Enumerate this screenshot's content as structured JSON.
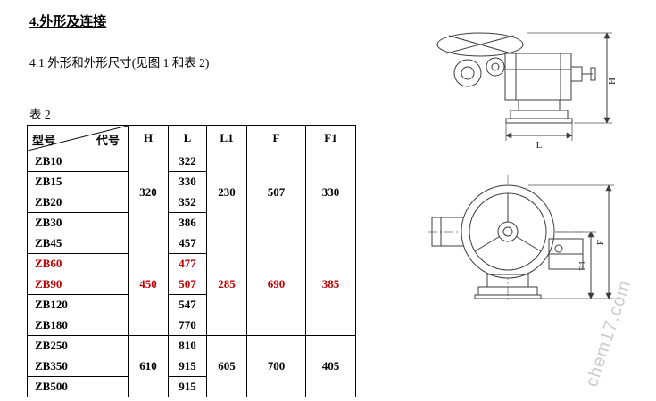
{
  "document": {
    "title": "4.外形及连接",
    "subtitle": "4.1 外形和外形尺寸(见图 1 和表 2)",
    "table_caption": "表 2"
  },
  "table": {
    "corner": {
      "row_label": "型号",
      "col_label": "代号"
    },
    "columns": [
      "H",
      "L",
      "L1",
      "F",
      "F1"
    ],
    "groups": [
      {
        "H": "320",
        "L1": "230",
        "F": "507",
        "F1": "330",
        "rows": [
          {
            "model": "ZB10",
            "L": "322"
          },
          {
            "model": "ZB15",
            "L": "330"
          },
          {
            "model": "ZB20",
            "L": "352"
          },
          {
            "model": "ZB30",
            "L": "386"
          }
        ]
      },
      {
        "H": "450",
        "L1": "285",
        "F": "690",
        "F1": "385",
        "rows": [
          {
            "model": "ZB45",
            "L": "457"
          },
          {
            "model": "ZB60",
            "L": "477"
          },
          {
            "model": "ZB90",
            "L": "507"
          },
          {
            "model": "ZB120",
            "L": "547"
          },
          {
            "model": "ZB180",
            "L": "770"
          }
        ]
      },
      {
        "H": "610",
        "L1": "605",
        "F": "700",
        "F1": "405",
        "rows": [
          {
            "model": "ZB250",
            "L": "810"
          },
          {
            "model": "ZB350",
            "L": "915"
          },
          {
            "model": "ZB500",
            "L": "915"
          }
        ]
      }
    ]
  },
  "drawings": {
    "side_view": {
      "height_label": "H",
      "length_label": "L"
    },
    "front_view": {
      "total_label": "F",
      "partial_label": "F1"
    }
  },
  "watermark": "chem17.com",
  "colors": {
    "highlight_red": "#c00000",
    "text": "#000000",
    "watermark_gray": "#cccccc"
  }
}
